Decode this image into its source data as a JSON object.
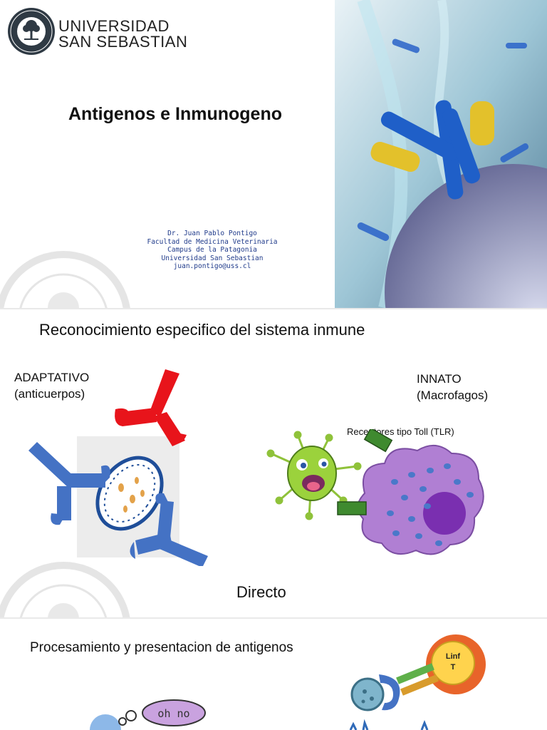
{
  "slide1": {
    "university_line1": "UNIVERSIDAD",
    "university_line2": "SAN SEBASTIAN",
    "title": "Antigenos e Inmunogeno",
    "credits": [
      "Dr. Juan Pablo Pontigo",
      "Facultad de Medicina Veterinaria",
      "Campus de la Patagonia",
      "Universidad San Sebastian",
      "juan.pontigo@uss.cl"
    ]
  },
  "slide2": {
    "title": "Reconocimiento especifico del sistema inmune",
    "adaptive_label": "ADAPTATIVO",
    "adaptive_sub": "(anticuerpos)",
    "innate_label": "INNATO",
    "innate_sub": "(Macrofagos)",
    "tlr_label": "Receptores tipo Toll (TLR)",
    "footer_label": "Directo"
  },
  "slide3": {
    "title": "Procesamiento y presentacion de antigenos",
    "lymph_label_1": "Linf",
    "lymph_label_2": "T",
    "bubble_text": "oh no"
  },
  "colors": {
    "antibody_red": "#e8141b",
    "antibody_blue": "#4472c4",
    "macrophage": "#b07fd3",
    "tlr_green": "#3f8a2f",
    "lymph_orange": "#e8642a",
    "lymph_yellow": "#ffd34d",
    "credits_blue": "#1f3a8a"
  }
}
